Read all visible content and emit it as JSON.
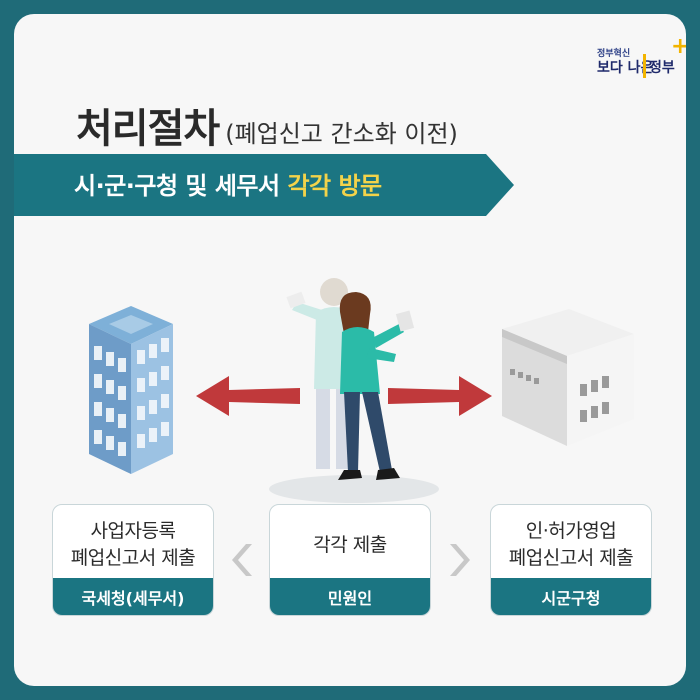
{
  "logo": {
    "small": "정부혁신",
    "main": "보다 나은",
    "bracket": "정부"
  },
  "title": {
    "main": "처리절차",
    "sub": "(폐업신고 간소화 이전)"
  },
  "banner": {
    "text": "시·군·구청 및 세무서 ",
    "highlight": "각각 방문"
  },
  "boxes": [
    {
      "lines": [
        "사업자등록",
        "폐업신고서 제출"
      ],
      "footer": "국세청(세무서)"
    },
    {
      "lines": [
        "각각 제출"
      ],
      "footer": "민원인"
    },
    {
      "lines": [
        "인·허가영업",
        "폐업신고서 제출"
      ],
      "footer": "시군구청"
    }
  ],
  "colors": {
    "background": "#1f6b78",
    "banner": "#1b7582",
    "highlight": "#f3d34a",
    "arrow": "#c0393b",
    "footer": "#1b7582"
  },
  "icons": [
    "office-building-illustration",
    "person-with-papers-illustration",
    "government-building-illustration",
    "arrow-left-icon",
    "arrow-right-icon",
    "chevron-left-icon",
    "chevron-right-icon"
  ]
}
